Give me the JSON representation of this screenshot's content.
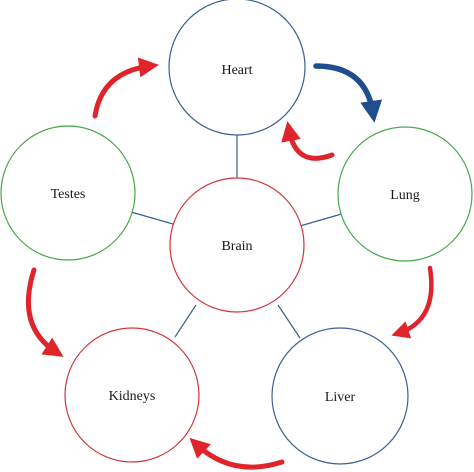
{
  "diagram": {
    "nodes": [
      {
        "id": "heart",
        "label": "Heart",
        "stroke": "#3b5f93"
      },
      {
        "id": "lung",
        "label": "Lung",
        "stroke": "#46a846"
      },
      {
        "id": "liver",
        "label": "Liver",
        "stroke": "#3b5f93"
      },
      {
        "id": "kidneys",
        "label": "Kidneys",
        "stroke": "#d2353b"
      },
      {
        "id": "testes",
        "label": "Testes",
        "stroke": "#46a846"
      },
      {
        "id": "brain",
        "label": "Brain",
        "stroke": "#d2353b"
      }
    ],
    "connectors": [
      {
        "from": "brain",
        "to": "heart"
      },
      {
        "from": "brain",
        "to": "lung"
      },
      {
        "from": "brain",
        "to": "liver"
      },
      {
        "from": "brain",
        "to": "kidneys"
      },
      {
        "from": "brain",
        "to": "testes"
      }
    ],
    "arrows": [
      {
        "from": "testes",
        "to": "heart",
        "color": "#e0242c"
      },
      {
        "from": "heart",
        "to": "lung",
        "color": "#1f4e8c"
      },
      {
        "from": "lung",
        "to": "heart",
        "color": "#e0242c"
      },
      {
        "from": "lung",
        "to": "liver",
        "color": "#e0242c"
      },
      {
        "from": "liver",
        "to": "kidneys",
        "color": "#e0242c"
      },
      {
        "from": "testes",
        "to": "kidneys",
        "color": "#e0242c"
      }
    ],
    "colors": {
      "connector": "#3b5f93",
      "red_arrow": "#e0242c",
      "blue_arrow": "#1f4e8c"
    }
  }
}
